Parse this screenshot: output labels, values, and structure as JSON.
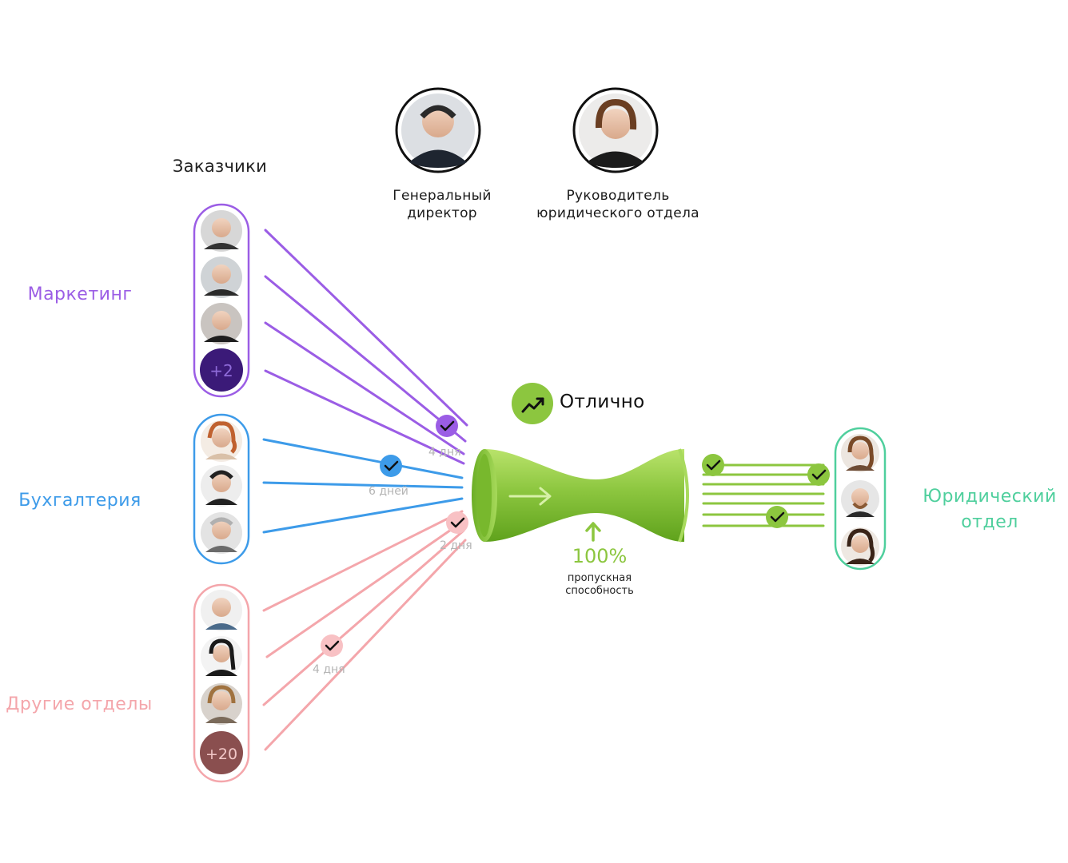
{
  "customers_title": "Заказчики",
  "ceo": {
    "role_line1": "Генеральный",
    "role_line2": "директор"
  },
  "legal_head": {
    "role_line1": "Руководитель",
    "role_line2": "юридического отдела"
  },
  "departments": {
    "marketing": {
      "name": "Маркетинг",
      "more_badge": "+2",
      "duration": "4 дня",
      "color": "#9b5de5"
    },
    "accounting": {
      "name": "Бухгалтерия",
      "duration": "6 дней",
      "color": "#3d9be9"
    },
    "other": {
      "name": "Другие отделы",
      "more_badge": "+20",
      "duration_near": "2 дня",
      "duration_far": "4 дня",
      "color": "#f4a6ab"
    }
  },
  "legal": {
    "name": "Юридический отдел",
    "color": "#4fcf9d"
  },
  "status": {
    "text": "Отлично",
    "icon": "trending-up-icon",
    "color": "#8cc63f"
  },
  "throughput": {
    "value": "100%",
    "label": "пропускная способность"
  },
  "colors": {
    "funnel": "#8cc63f",
    "funnel_dark": "#5a9e1a",
    "marketing_badge": "#3b1a78",
    "other_badge": "#8a4f4f"
  }
}
